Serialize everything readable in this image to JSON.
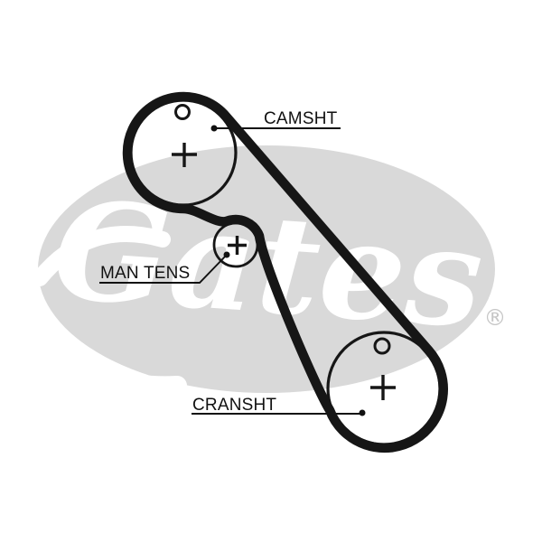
{
  "diagram": {
    "title": "timing-belt-routing-diagram",
    "labels": {
      "camshaft": "CAMSHT",
      "tensioner": "MAN TENS",
      "crankshaft": "CRANSHT"
    },
    "watermark": {
      "brand": "Gates",
      "registered": "®"
    },
    "colors": {
      "background": "#ffffff",
      "belt": "#161616",
      "outline": "#161616",
      "label_text": "#111111",
      "watermark_fill": "#d9d9d9",
      "registered_gray": "#c6c6c6"
    }
  }
}
